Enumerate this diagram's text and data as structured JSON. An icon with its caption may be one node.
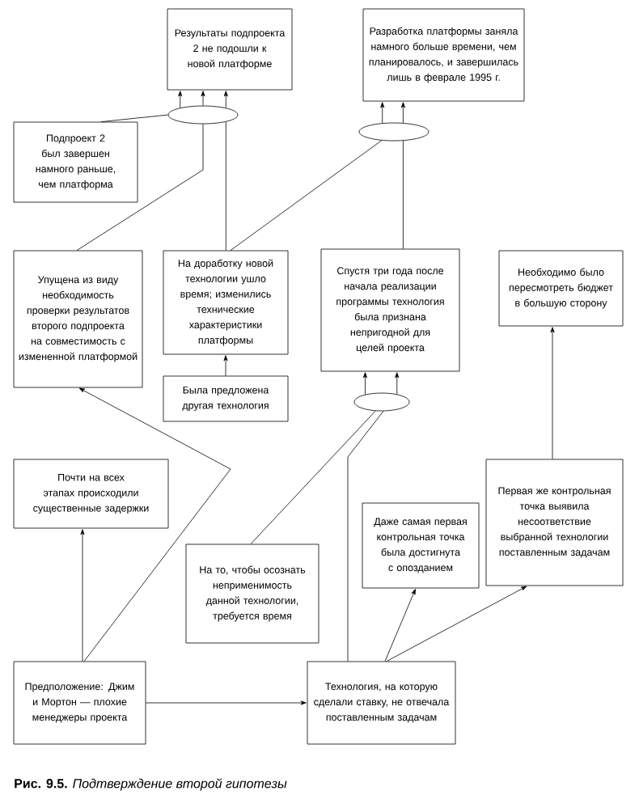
{
  "diagram": {
    "caption": "**Рис. 9.5.** *Подтверждение второй гипотезы*",
    "nodes": [
      {
        "text": [
          "Результаты подпроекта 2 не подошли к новой платформе"
        ]
      },
      {
        "text": [
          "Разработка платформы заняла намного больше времени, чем планировалось, и завершилась лишь в феврале 1995 г."
        ]
      },
      {
        "text": [],
        "shape": "ellipse"
      },
      {
        "text": [
          "Подпроект 2 был завершен намного раньше, чем платформа"
        ]
      },
      {
        "text": [],
        "shape": "ellipse"
      },
      {
        "text": [
          "Упущена из виду необходимость проверки результатов второго подпроекта на совместимость с измененной платформой"
        ]
      },
      {
        "text": [
          "На доработку новой технологии ушло время; изменились технические характеристики платформы"
        ]
      },
      {
        "text": [
          "Спустя три года после начала реализации программы технология была признана непригодной для целей проекта"
        ]
      },
      {
        "text": [
          "Необходимо было пересмотреть бюджет в большую сторону"
        ]
      },
      {
        "text": [
          "Была предложена другая технология"
        ]
      },
      {
        "text": [],
        "shape": "ellipse"
      },
      {
        "text": [
          "Почти на всех этапах происходили существенные задержки"
        ]
      },
      {
        "text": [
          "На то, чтобы осознать неприменимость данной технологии, требуется время"
        ]
      },
      {
        "text": [
          "Даже самая первая контрольная точка была достигнута с опозданием"
        ]
      },
      {
        "text": [
          "Первая же контрольная точка выявила несоответствие выбранной технологии поставленным задачам"
        ]
      },
      {
        "text": [
          "Предположение: Джим и Мортон — плохие менеджеры проекта"
        ]
      },
      {
        "text": [
          "Технология, на которую сделали ставку, не отвечала поставленным задачам"
        ]
      }
    ],
    "edges": [
      {
        "from": 3,
        "to": 2,
        "arrow": "none"
      },
      {
        "from": 5,
        "to": 2,
        "arrow": "none"
      },
      {
        "from": 6,
        "to": 2,
        "arrow": "none"
      },
      {
        "from": 2,
        "to": 0,
        "arrow": "to"
      },
      {
        "from": 2,
        "to": 0,
        "arrow": "to"
      },
      {
        "from": 2,
        "to": 0,
        "arrow": "to"
      },
      {
        "from": 6,
        "to": 4,
        "arrow": "none"
      },
      {
        "from": 7,
        "to": 4,
        "arrow": "none"
      },
      {
        "from": 4,
        "to": 1,
        "arrow": "to"
      },
      {
        "from": 4,
        "to": 1,
        "arrow": "to"
      },
      {
        "from": 9,
        "to": 6,
        "arrow": "to"
      },
      {
        "from": 12,
        "to": 10,
        "arrow": "none"
      },
      {
        "from": 16,
        "to": 10,
        "arrow": "none"
      },
      {
        "from": 10,
        "to": 7,
        "arrow": "to"
      },
      {
        "from": 10,
        "to": 7,
        "arrow": "to"
      },
      {
        "from": 15,
        "to": 11,
        "arrow": "to"
      },
      {
        "from": 15,
        "to": 5,
        "arrow": "to"
      },
      {
        "from": 15,
        "to": 16,
        "arrow": "to"
      },
      {
        "from": 16,
        "to": 13,
        "arrow": "to"
      },
      {
        "from": 16,
        "to": 14,
        "arrow": "to"
      },
      {
        "from": 14,
        "to": 8,
        "arrow": "to"
      }
    ]
  }
}
